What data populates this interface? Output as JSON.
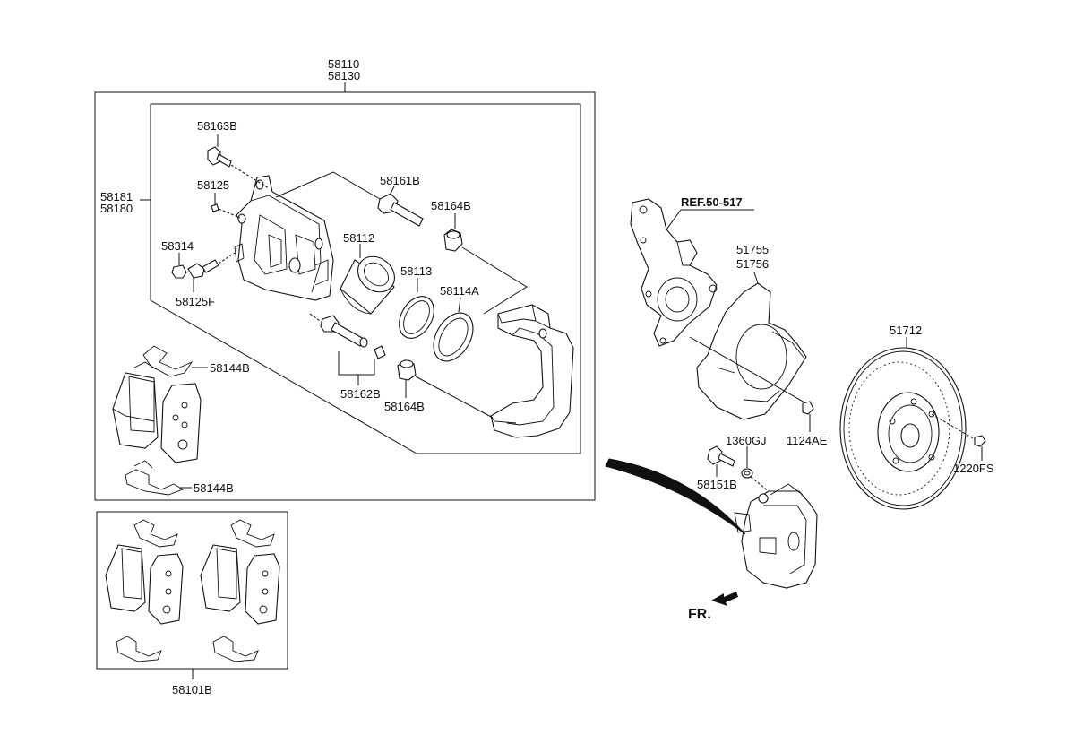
{
  "labels": {
    "caliper_assy_1": "58110",
    "caliper_assy_2": "58130",
    "carrier_1": "58181",
    "carrier_2": "58180",
    "bolt_58163b": "58163B",
    "bleeder_58125": "58125",
    "cap_58314": "58314",
    "screw_58125f": "58125F",
    "guide_pin_58161b": "58161B",
    "boot_58164b_top": "58164B",
    "piston_58112": "58112",
    "seal_58113": "58113",
    "boot_58114a": "58114A",
    "pin_58162b": "58162B",
    "boot_58164b_bottom": "58164B",
    "clip_58144b_top": "58144B",
    "clip_58144b_bottom": "58144B",
    "pad_kit_58101b": "58101B",
    "ref_knuckle": "REF.50-517",
    "shield_1": "51755",
    "shield_2": "51756",
    "bolt_1124ae": "1124AE",
    "disc_51712": "51712",
    "screw_1220fs": "1220FS",
    "washer_1360gj": "1360GJ",
    "bolt_58151b": "58151B",
    "front_arrow": "FR."
  }
}
